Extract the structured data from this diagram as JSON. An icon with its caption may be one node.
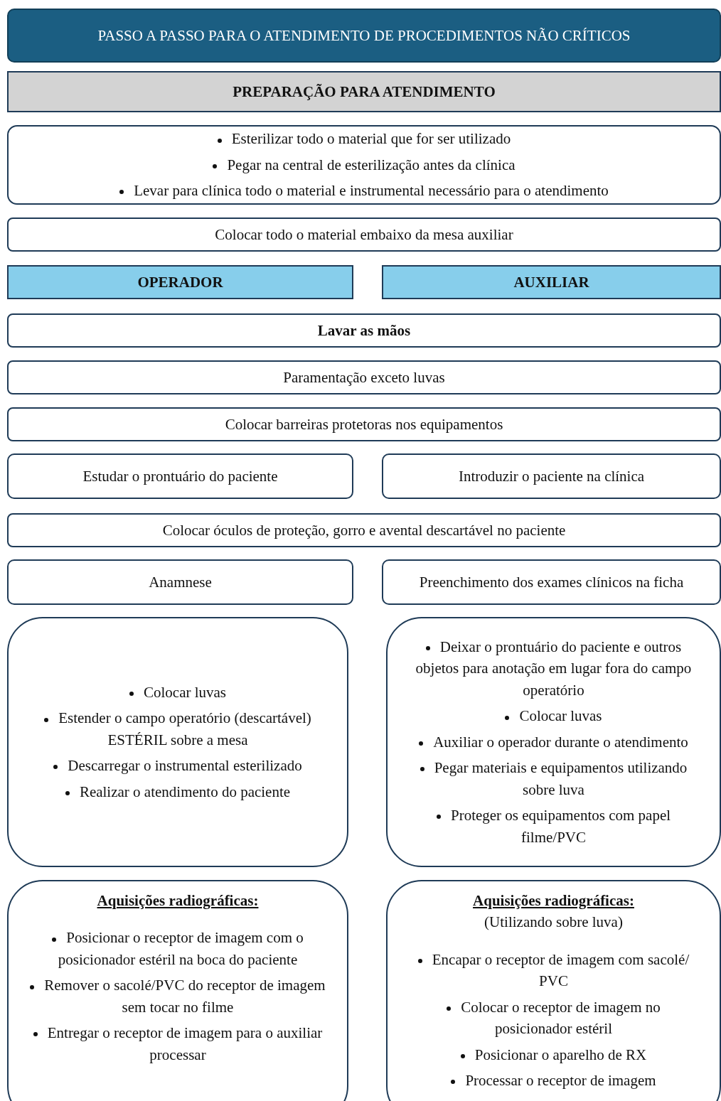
{
  "diagram": {
    "title": "PASSO A PASSO PARA O ATENDIMENTO DE PROCEDIMENTOS NÃO CRÍTICOS",
    "nodes": [
      {
        "text": [
          "PREPARAÇÃO PARA ATENDIMENTO"
        ]
      },
      {
        "text": [
          "Esterilizar todo o material que for ser utilizado",
          "Pegar na central de esterilização antes da clínica",
          "Levar para clínica todo o material e instrumental necessário para o atendimento"
        ]
      },
      {
        "text": [
          "Colocar todo o material embaixo da mesa auxiliar"
        ]
      },
      {
        "text": [
          "OPERADOR"
        ]
      },
      {
        "text": [
          "AUXILIAR"
        ]
      },
      {
        "text": [
          "Lavar as mãos"
        ]
      },
      {
        "text": [
          "Paramentação exceto luvas"
        ]
      },
      {
        "text": [
          "Colocar barreiras protetoras nos equipamentos"
        ]
      },
      {
        "text": [
          "Estudar o prontuário do paciente"
        ]
      },
      {
        "text": [
          "Introduzir o paciente na clínica"
        ]
      },
      {
        "text": [
          "Colocar óculos de proteção, gorro e avental descartável no paciente"
        ]
      },
      {
        "text": [
          "Anamnese"
        ]
      },
      {
        "text": [
          "Preenchimento dos exames clínicos na ficha"
        ]
      },
      {
        "text": [
          "Colocar luvas",
          "Estender o campo operatório (descartável) ESTÉRIL sobre a mesa",
          "Descarregar o instrumental esterilizado",
          "Realizar o atendimento do paciente"
        ]
      },
      {
        "text": [
          "Deixar o prontuário do paciente e outros objetos para anotação em lugar fora do campo operatório",
          "Colocar luvas",
          "Auxiliar o operador durante o atendimento",
          "Pegar materiais e equipamentos utilizando sobre luva",
          "Proteger os equipamentos com papel filme/PVC"
        ]
      },
      {
        "text": [
          "Aquisições radiográficas:",
          "Posicionar o receptor de imagem com o posicionador estéril na boca do paciente",
          "Remover o sacolé/PVC do receptor de imagem sem tocar no filme",
          "Entregar o receptor de imagem para o auxiliar processar"
        ]
      },
      {
        "text": [
          "Aquisições radiográficas:",
          "(Utilizando sobre luva)",
          "Encapar o receptor de imagem com sacolé/ PVC",
          "Colocar o receptor de imagem no posicionador estéril",
          "Posicionar o aparelho de RX",
          "Processar o receptor de imagem"
        ]
      }
    ]
  }
}
